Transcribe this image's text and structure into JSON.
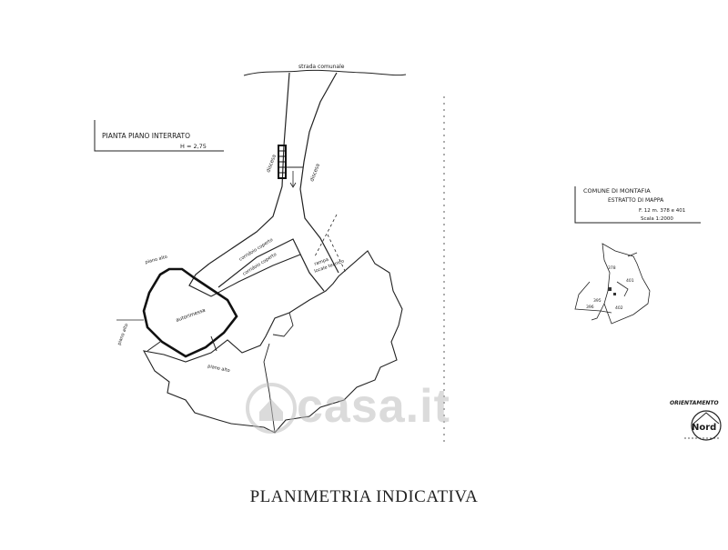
{
  "road_label": "strada comunale",
  "plan_title": "PIANTA PIANO INTERRATO",
  "plan_height": "H = 2,75",
  "map_extract": {
    "comune": "COMUNE DI MONTAFIA",
    "title": "ESTRATTO DI MAPPA",
    "sheet": "F. 12   m. 378 e 401",
    "scale": "Scala 1:2000"
  },
  "annotations": {
    "down_left": "discesa",
    "down_right": "discesa",
    "corridor": "corridoio coperto",
    "passage": "corridoio coperto",
    "room": "autorimessa",
    "ramp": "rampa",
    "local": "locale tecnico",
    "bottom": "piano alto",
    "left_top": "piano alto",
    "left_side": "piano alto"
  },
  "parcels": [
    "378",
    "401",
    "396",
    "395",
    "402"
  ],
  "orientation_label": "ORIENTAMENTO",
  "orientation_mark": "Nord",
  "watermark": "casa.it",
  "caption": "PLANIMETRIA INDICATIVA"
}
